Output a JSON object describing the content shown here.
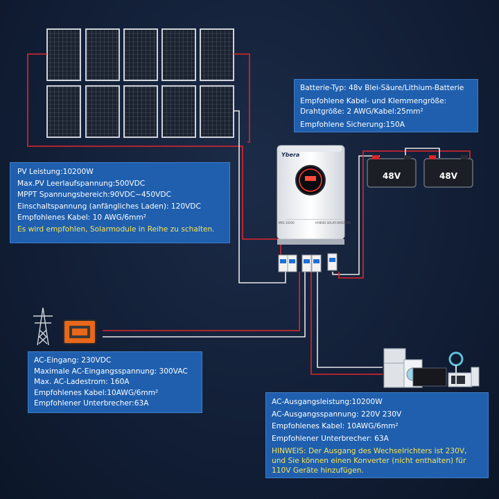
{
  "colors": {
    "background": "#121f37",
    "panel": "#1f5fae",
    "wire_red": "#e2262b",
    "wire_white": "#e8e8e8",
    "highlight": "#f6e35a"
  },
  "battery_box": {
    "lines": [
      "Batterie-Typ: 48v Blei-Säure/Lithium-Batterie",
      "Empfohlene Kabel- und Klemmengröße:",
      "Drahtgröße: 2 AWG/Kabel:25mm²",
      "Empfohlene Sicherung:150A"
    ]
  },
  "pv_box": {
    "lines": [
      "PV Leistung:10200W",
      "Max.PV Leerlaufspannung:500VDC",
      "MPPT Spannungsbereich:90VDC~450VDC",
      "Einschaltspannung (anfängliches Laden): 120VDC",
      "Empfohlenes Kabel: 10 AWG/6mm²"
    ],
    "note": "Es wird empfohlen, Solarmodule in Reihe zu schalten."
  },
  "ac_in_box": {
    "lines": [
      "AC-Eingang: 230VDC",
      "Maximale AC-Eingangsspannung: 300VAC",
      "Max. AC-Ladestrom: 160A",
      "Empfohlenes Kabel:10AWG/6mm²",
      "Empfohlener Unterbrecher:63A"
    ]
  },
  "ac_out_box": {
    "lines": [
      "AC-Ausgangsleistung:10200W",
      "AC-Ausgangsspannung: 220V 230V",
      "Empfohlenes Kabel: 10AWG/6mm²",
      "Empfohlener Unterbrecher: 63A"
    ],
    "note_label": "HINWEIS:",
    "note": " Der Ausgang des Wechselrichters ist 230V, und Sie können einen Konverter (nicht enthalten) für 110V Geräte hinzufügen."
  },
  "batteries": [
    {
      "label": "48V"
    },
    {
      "label": "48V"
    }
  ],
  "inverter": {
    "brand": "Ybera",
    "model": "MKS 10200",
    "type_label": "HYBRID SOLAR INVERTER"
  }
}
